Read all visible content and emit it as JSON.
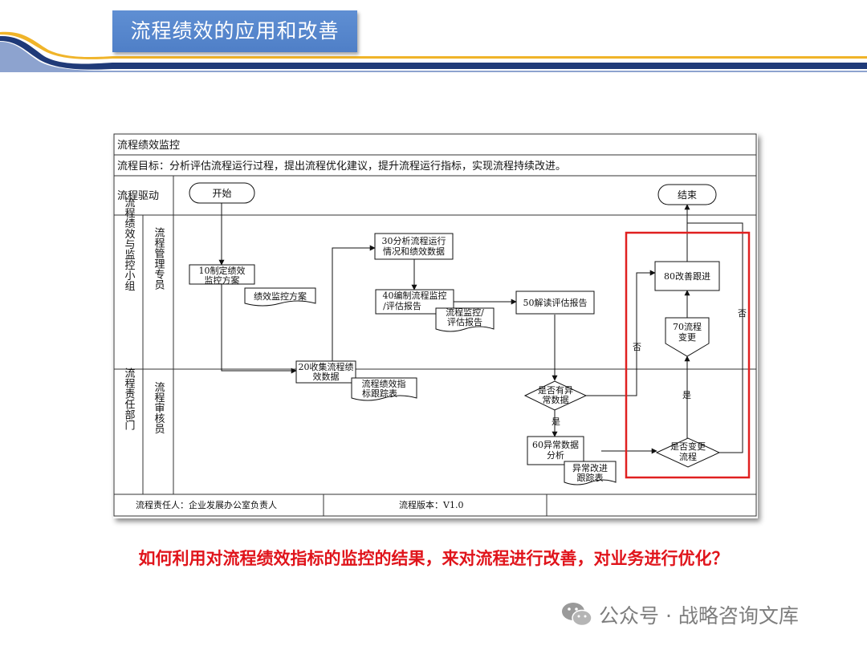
{
  "slide": {
    "title": "流程绩效的应用和改善",
    "question": "如何利用对流程绩效指标的监控的结果，来对流程进行改善，对业务进行优化？",
    "watermark": "公众号 · 战略咨询文库",
    "colors": {
      "title_bg": "#5b8bd0",
      "deco_navy": "#1f3a78",
      "deco_gold": "#f0b429",
      "highlight": "#e02020",
      "question": "#e0141b"
    }
  },
  "flowchart": {
    "header": "流程绩效监控",
    "goal": "流程目标：分析评估流程运行过程，提出流程优化建议，提升流程运行指标，实现流程持续改进。",
    "driver_label": "流程驱动",
    "lanes": {
      "group1": "流程绩效与监控小组",
      "role1": "流程管理专员",
      "group2": "流程责任部门",
      "role2": "流程审核员"
    },
    "nodes": {
      "start": "开始",
      "end": "结束",
      "n10": [
        "10制定绩效",
        "监控方案"
      ],
      "d10": "绩效监控方案",
      "n20": [
        "20收集流程绩",
        "效数据"
      ],
      "d20": [
        "流程绩效指",
        "标跟踪表"
      ],
      "n30": [
        "30分析流程运行",
        "情况和绩效数据"
      ],
      "n40": [
        "40编制流程监控",
        "/评估报告"
      ],
      "d40": [
        "流程监控/",
        "评估报告"
      ],
      "n50": "50解读评估报告",
      "q1": [
        "是否有异",
        "常数据"
      ],
      "n60": [
        "60异常数据",
        "分析"
      ],
      "d60": [
        "异常改进",
        "跟踪表"
      ],
      "q2": [
        "是否变更",
        "流程"
      ],
      "n70": [
        "70流程",
        "变更"
      ],
      "n80": "80改善跟进"
    },
    "edge_labels": {
      "yes": "是",
      "no": "否"
    },
    "footer": {
      "owner": "流程责任人：企业发展办公室负责人",
      "version": "流程版本：V1.0"
    }
  }
}
